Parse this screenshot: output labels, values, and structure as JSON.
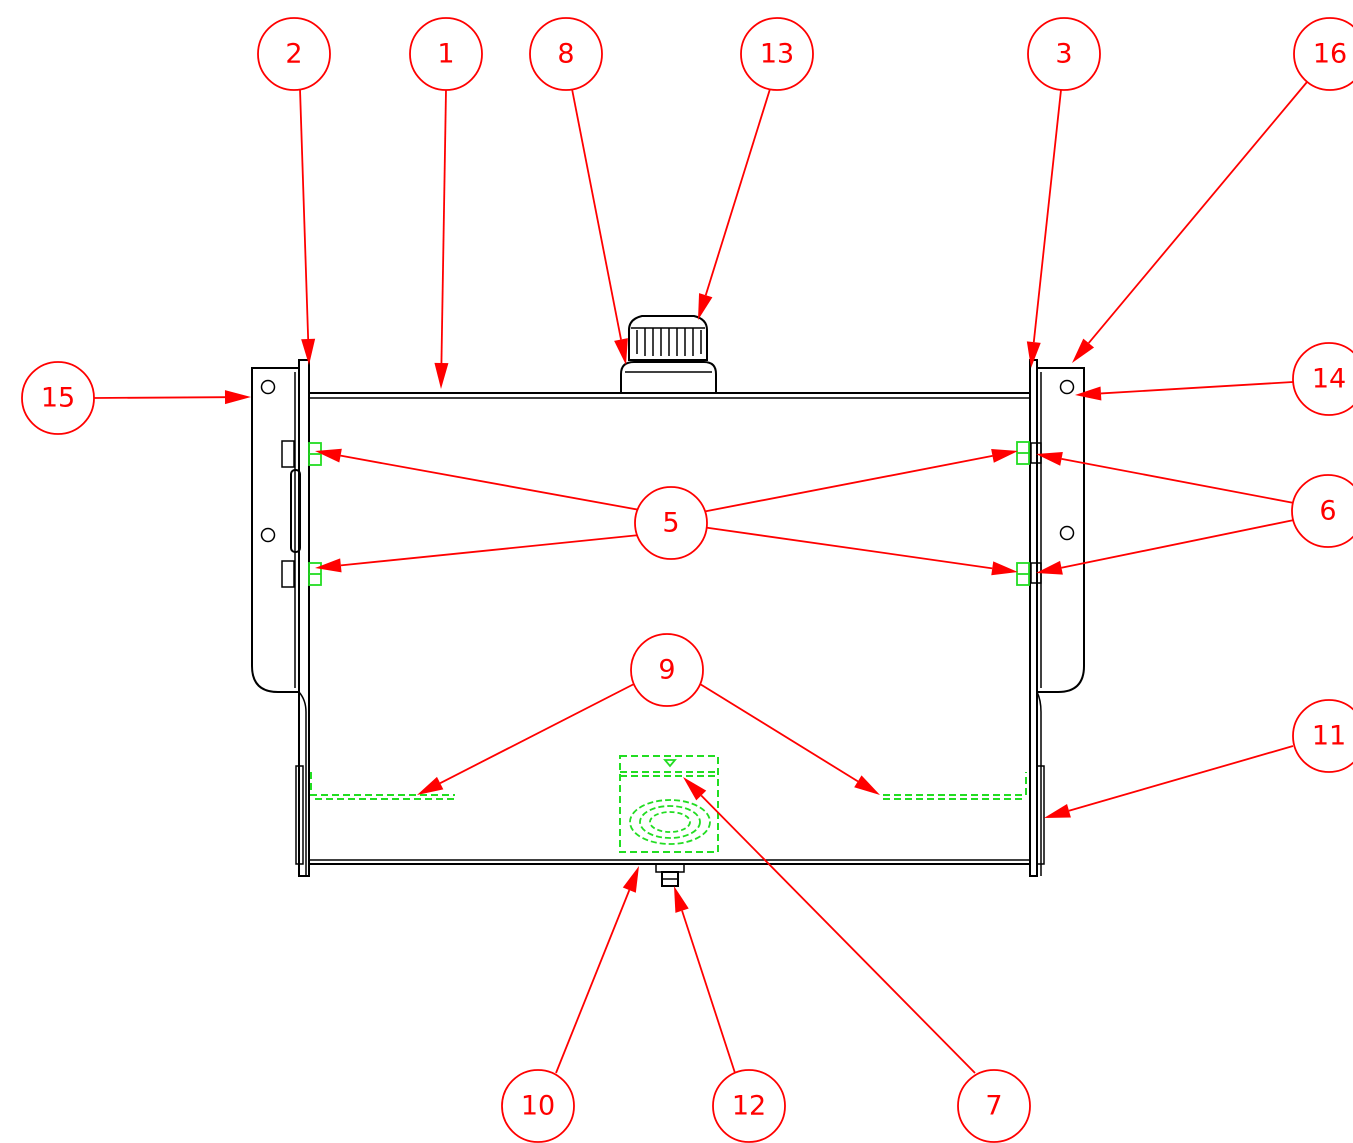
{
  "colors": {
    "outline": "#000000",
    "hidden": "#22dd22",
    "callout": "#ff0000"
  },
  "balloons": [
    {
      "id": "b2",
      "label": "2"
    },
    {
      "id": "b1",
      "label": "1"
    },
    {
      "id": "b8",
      "label": "8"
    },
    {
      "id": "b13",
      "label": "13"
    },
    {
      "id": "b3",
      "label": "3"
    },
    {
      "id": "b16",
      "label": "16"
    },
    {
      "id": "b15",
      "label": "15"
    },
    {
      "id": "b14",
      "label": "14"
    },
    {
      "id": "b5",
      "label": "5"
    },
    {
      "id": "b6",
      "label": "6"
    },
    {
      "id": "b9",
      "label": "9"
    },
    {
      "id": "b11",
      "label": "11"
    },
    {
      "id": "b10",
      "label": "10"
    },
    {
      "id": "b12",
      "label": "12"
    },
    {
      "id": "b7",
      "label": "7"
    }
  ]
}
